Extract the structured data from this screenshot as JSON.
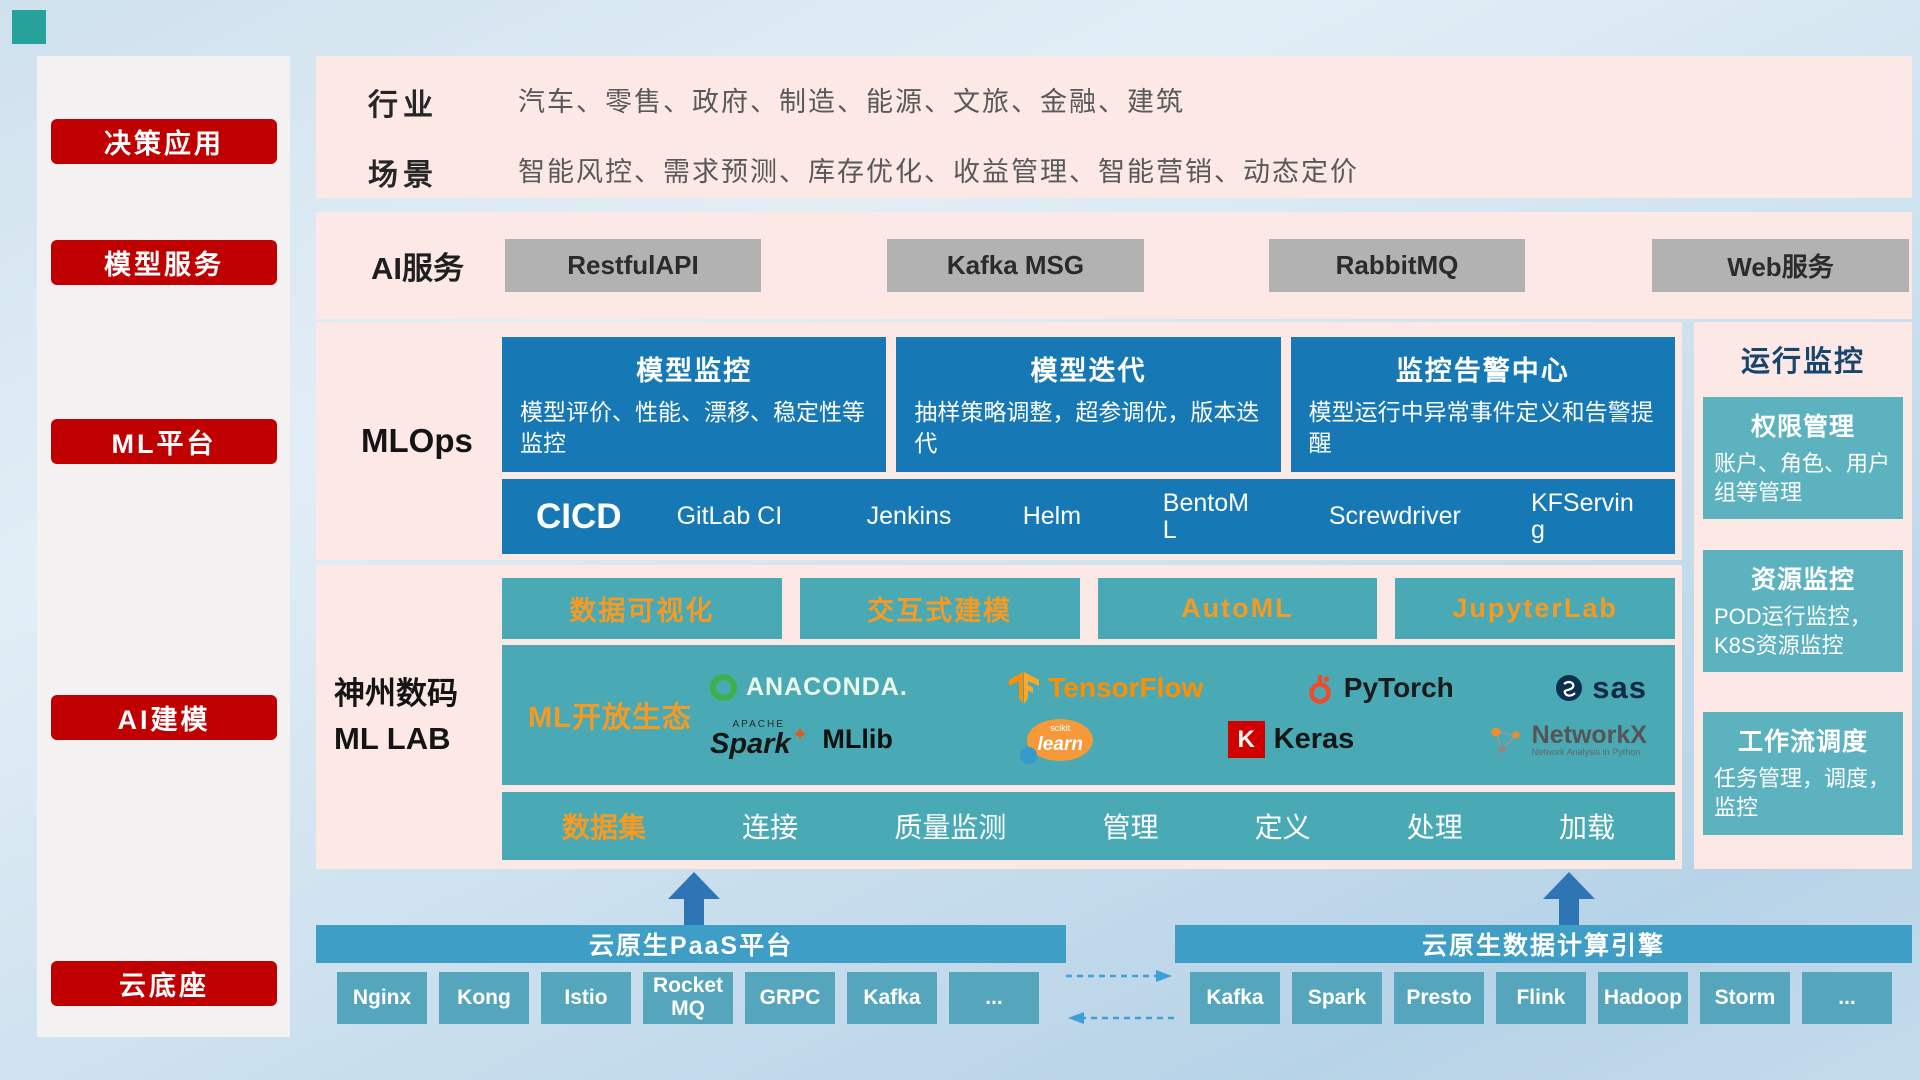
{
  "sidebar": {
    "items": [
      "决策应用",
      "模型服务",
      "ML平台",
      "AI建模",
      "云底座"
    ]
  },
  "industry": {
    "label1": "行业",
    "value1": "汽车、零售、政府、制造、能源、文旅、金融、建筑",
    "label2": "场景",
    "value2": "智能风控、需求预测、库存优化、收益管理、智能营销、动态定价"
  },
  "ai_service": {
    "label": "AI服务",
    "buttons": [
      "RestfulAPI",
      "Kafka MSG",
      "RabbitMQ",
      "Web服务"
    ]
  },
  "mlops": {
    "label": "MLOps",
    "cards": [
      {
        "title": "模型监控",
        "desc": "模型评价、性能、漂移、稳定性等监控"
      },
      {
        "title": "模型迭代",
        "desc": "抽样策略调整，超参调优，版本迭代"
      },
      {
        "title": "监控告警中心",
        "desc": "模型运行中异常事件定义和告警提醒"
      }
    ],
    "cicd_label": "CICD",
    "cicd_items": [
      "GitLab CI",
      "Jenkins",
      "Helm",
      "BentoML",
      "Screwdriver",
      "KFServing"
    ]
  },
  "mllab": {
    "org": "神州数码",
    "name": "ML LAB",
    "tools": [
      "数据可视化",
      "交互式建模",
      "AutoML",
      "JupyterLab"
    ],
    "eco": {
      "label": "ML开放生态",
      "anaconda": "ANACONDA.",
      "tensorflow": "TensorFlow",
      "pytorch": "PyTorch",
      "sas": "sas",
      "apache": "APACHE",
      "spark": "Spark",
      "mllib": "MLlib",
      "scikit_top": "scikit",
      "scikit_word": "learn",
      "keras_letter": "K",
      "keras_word": "Keras",
      "networkx": "NetworkX",
      "networkx_sub": "Network Analysis in Python"
    },
    "data_items": [
      "数据集",
      "连接",
      "质量监测",
      "管理",
      "定义",
      "处理",
      "加载"
    ]
  },
  "monitor": {
    "title": "运行监控",
    "cards": [
      {
        "title": "权限管理",
        "desc": "账户、角色、用户组等管理"
      },
      {
        "title": "资源监控",
        "desc": "POD运行监控，K8S资源监控"
      },
      {
        "title": "工作流调度",
        "desc": "任务管理，调度，监控"
      }
    ]
  },
  "foundation": {
    "paas": {
      "title": "云原生PaaS平台",
      "items": [
        "Nginx",
        "Kong",
        "Istio",
        "RocketMQ",
        "GRPC",
        "Kafka",
        "..."
      ]
    },
    "engine": {
      "title": "云原生数据计算引擎",
      "items": [
        "Kafka",
        "Spark",
        "Presto",
        "Flink",
        "Hadoop",
        "Storm",
        "..."
      ]
    }
  },
  "colors": {
    "accent_red": "#c00000",
    "panel_pink": "#fce9e5",
    "mlops_blue": "#1678b4",
    "teal": "#49a9b4",
    "monitor_teal": "#5db2bf",
    "orange": "#f59a23",
    "bar_blue": "#3e9ec5",
    "chip_teal": "#55a6bd",
    "gray_button": "#b2b2b2",
    "arrow_blue": "#2e75b6",
    "anaconda_green": "#3eb049",
    "tensorflow_orange": "#ff8f00",
    "pytorch_orange": "#ee4c2c",
    "keras_red": "#d00000"
  }
}
